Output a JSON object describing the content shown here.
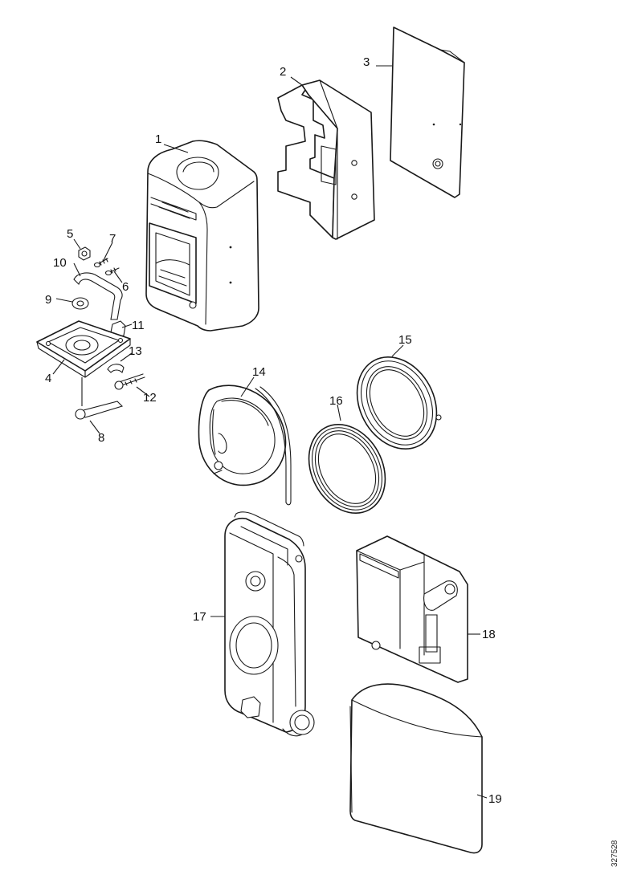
{
  "diagram": {
    "drawing_code": "327528",
    "parts": [
      {
        "id": "1",
        "label": "1"
      },
      {
        "id": "2",
        "label": "2"
      },
      {
        "id": "3",
        "label": "3"
      },
      {
        "id": "4",
        "label": "4"
      },
      {
        "id": "5",
        "label": "5"
      },
      {
        "id": "6",
        "label": "6"
      },
      {
        "id": "7",
        "label": "7"
      },
      {
        "id": "8",
        "label": "8"
      },
      {
        "id": "9",
        "label": "9"
      },
      {
        "id": "10",
        "label": "10"
      },
      {
        "id": "11",
        "label": "11"
      },
      {
        "id": "12",
        "label": "12"
      },
      {
        "id": "13",
        "label": "13"
      },
      {
        "id": "14",
        "label": "14"
      },
      {
        "id": "15",
        "label": "15"
      },
      {
        "id": "16",
        "label": "16"
      },
      {
        "id": "17",
        "label": "17"
      },
      {
        "id": "18",
        "label": "18"
      },
      {
        "id": "19",
        "label": "19"
      }
    ]
  }
}
